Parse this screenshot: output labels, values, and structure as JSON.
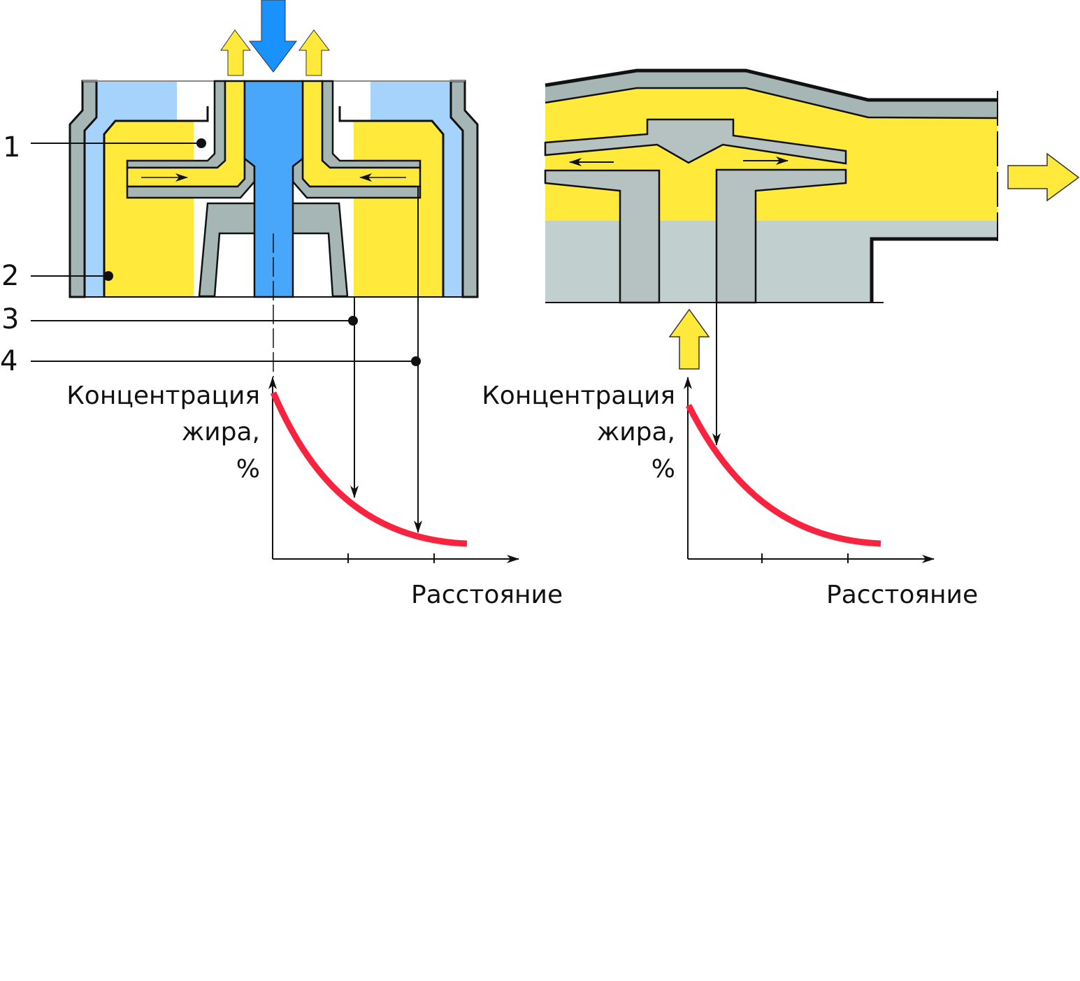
{
  "colors": {
    "cream": "#ffe93a",
    "metal": "#a6b6b4",
    "metal_light": "#c1cfce",
    "milk": "#a5d3fb",
    "milk_inlet": "#48a7fb",
    "inlet_arrow": "#1a92fd",
    "curve": "#f8233f"
  },
  "labels": {
    "one": "1",
    "two": "2",
    "three": "3",
    "four": "4"
  },
  "left_graph": {
    "ylabel_line1": "Концентрация",
    "ylabel_line2": "жира,",
    "ylabel_line3": "%",
    "xlabel": "Расстояние"
  },
  "right_graph": {
    "ylabel_line1": "Концентрация",
    "ylabel_line2": "жира,",
    "ylabel_line3": "%",
    "xlabel": "Расстояние"
  }
}
